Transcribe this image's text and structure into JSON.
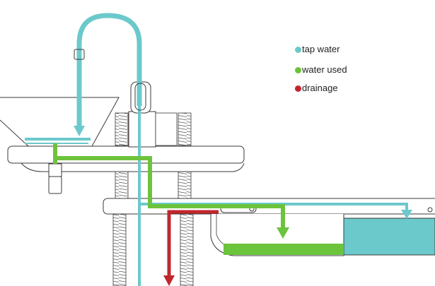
{
  "legend": [
    {
      "label": "tap water",
      "color": "#6cc9cb"
    },
    {
      "label": "water used",
      "color": "#6cc33c"
    },
    {
      "label": "drainage",
      "color": "#c0272d"
    }
  ],
  "colors": {
    "tap_water": "#6cc9cb",
    "water_used": "#6cc33c",
    "drainage": "#c0272d",
    "outline": "#3a3a3a",
    "tank_fill": "#6cc9cb",
    "basin_fill": "#6cc33c"
  }
}
